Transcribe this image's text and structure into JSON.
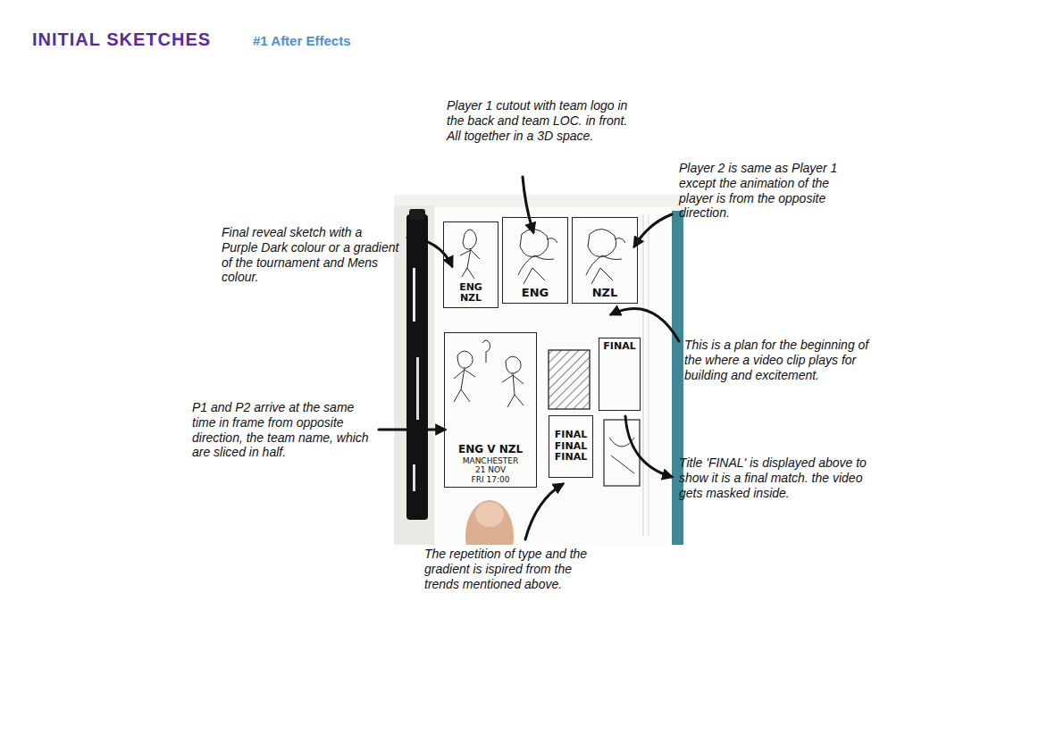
{
  "diagram": {
    "title": "INITIAL SKETCHES",
    "nodes": [
      {
        "text": [
          "ENG",
          "NZL"
        ]
      },
      {
        "text": [
          "ENG"
        ]
      },
      {
        "text": [
          "NZL"
        ]
      },
      {
        "text": [
          "ENG V NZL",
          "MANCHESTER",
          "21 NOV",
          "FRI 17:00"
        ]
      },
      {
        "text": [
          "FINAL"
        ]
      },
      {
        "text": [
          "FINAL",
          "FINAL",
          "FINAL"
        ]
      }
    ],
    "labels": [
      "#1 After Effects",
      "Player 1 cutout with team logo in the back and team LOC. in front. All together in a 3D space.",
      "Player 2 is same as Player 1 except the animation of the player is from the opposite direction.",
      "Final reveal sketch with a Purple Dark colour or a gradient of the tournament and Mens colour.",
      "This is a plan for the beginning of the where a video clip plays for building and excitement.",
      "P1 and P2 arrive at the same time in frame from opposite direction, the team name, which are sliced in half.",
      "Title 'FINAL' is displayed above to show it is a final match. the video gets masked inside.",
      "The repetition of type and the gradient is ispired from the trends mentioned above."
    ]
  }
}
